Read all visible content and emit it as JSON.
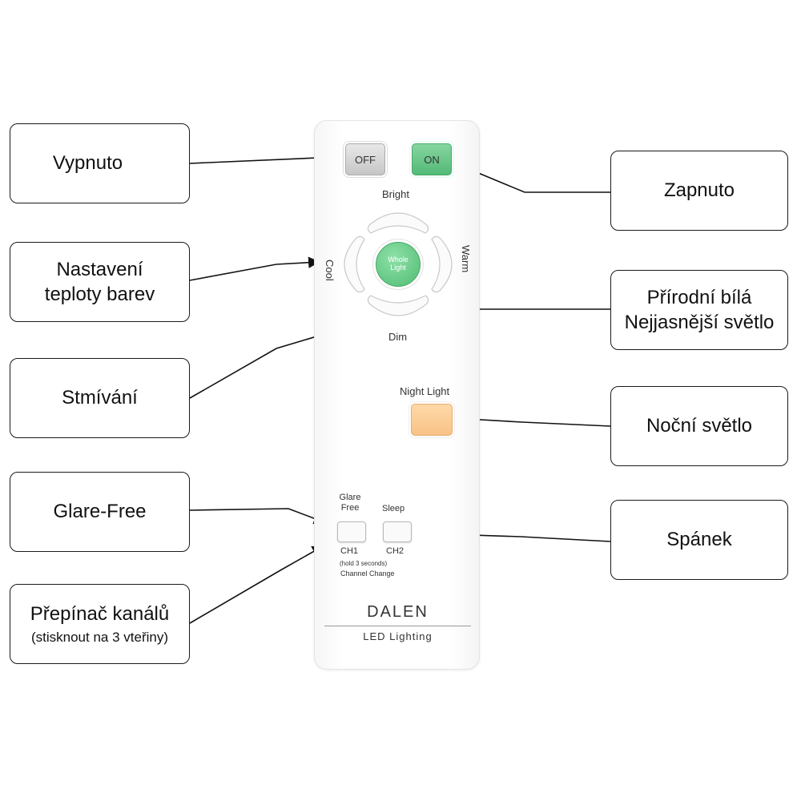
{
  "callouts": {
    "vypnuto": "Vypnuto",
    "zapnuto": "Zapnuto",
    "nastaveni_line1": "Nastavení",
    "nastaveni_line2": "teploty barev",
    "prirodni_line1": "Přírodní bílá",
    "prirodni_line2": "Nejjasnější světlo",
    "stmivani": "Stmívání",
    "nocni": "Noční světlo",
    "glare": "Glare-Free",
    "spanek": "Spánek",
    "prepinac_line1": "Přepínač kanálů",
    "prepinac_line2": "(stisknout na 3 vteřiny)"
  },
  "remote": {
    "off_label": "OFF",
    "on_label": "ON",
    "bright_label": "Bright",
    "dim_label": "Dim",
    "cool_label": "Cool",
    "warm_label": "Warm",
    "whole_line1": "Whole",
    "whole_line2": "Light",
    "night_light_label": "Night Light",
    "glare_line1": "Glare",
    "glare_line2": "Free",
    "sleep_label": "Sleep",
    "ch1_label": "CH1",
    "ch2_label": "CH2",
    "hold_line1": "(hold 3 seconds)",
    "hold_line2": "Channel Change",
    "brand": "DALEN",
    "subbrand": "LED Lighting"
  },
  "colors": {
    "on_green": "#52b978",
    "whole_green": "#4fbd73",
    "night_orange": "#f8c287",
    "off_grey": "#c6c6c6"
  }
}
